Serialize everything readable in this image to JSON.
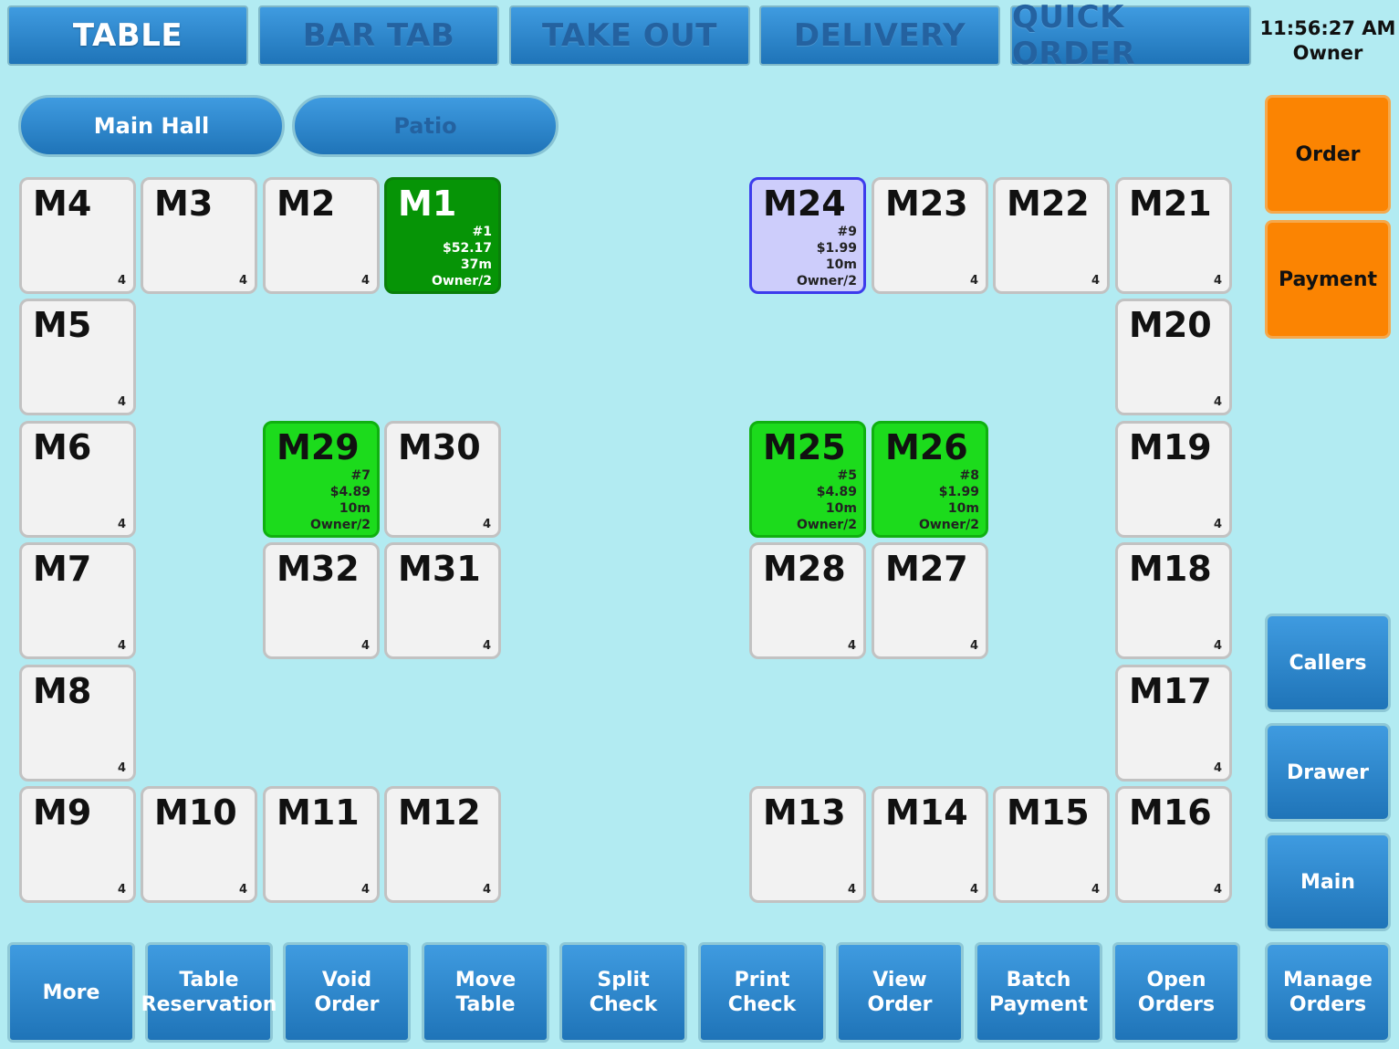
{
  "tabs": [
    {
      "label": "TABLE",
      "active": true
    },
    {
      "label": "BAR TAB",
      "active": false
    },
    {
      "label": "TAKE OUT",
      "active": false
    },
    {
      "label": "DELIVERY",
      "active": false
    },
    {
      "label": "QUICK ORDER",
      "active": false
    }
  ],
  "status": {
    "time": "11:56:27 AM",
    "user": "Owner"
  },
  "rooms": [
    {
      "label": "Main Hall",
      "active": true
    },
    {
      "label": "Patio",
      "active": false
    }
  ],
  "tables": [
    {
      "name": "M4",
      "seats": "4"
    },
    {
      "name": "M3",
      "seats": "4"
    },
    {
      "name": "M2",
      "seats": "4"
    },
    {
      "name": "M1",
      "seats": "",
      "order": "#1",
      "amount": "$52.17",
      "time": "37m",
      "server": "Owner/2",
      "color": "#069406"
    },
    {
      "name": "M24",
      "seats": "",
      "order": "#9",
      "amount": "$1.99",
      "time": "10m",
      "server": "Owner/2",
      "color": "#cdcdfb"
    },
    {
      "name": "M23",
      "seats": "4"
    },
    {
      "name": "M22",
      "seats": "4"
    },
    {
      "name": "M21",
      "seats": "4"
    },
    {
      "name": "M5",
      "seats": "4"
    },
    {
      "name": "M20",
      "seats": "4"
    },
    {
      "name": "M6",
      "seats": "4"
    },
    {
      "name": "M29",
      "seats": "",
      "order": "#7",
      "amount": "$4.89",
      "time": "10m",
      "server": "Owner/2",
      "color": "#1cdb1c"
    },
    {
      "name": "M30",
      "seats": "4"
    },
    {
      "name": "M25",
      "seats": "",
      "order": "#5",
      "amount": "$4.89",
      "time": "10m",
      "server": "Owner/2",
      "color": "#1cdb1c"
    },
    {
      "name": "M26",
      "seats": "",
      "order": "#8",
      "amount": "$1.99",
      "time": "10m",
      "server": "Owner/2",
      "color": "#1cdb1c"
    },
    {
      "name": "M19",
      "seats": "4"
    },
    {
      "name": "M7",
      "seats": "4"
    },
    {
      "name": "M32",
      "seats": "4"
    },
    {
      "name": "M31",
      "seats": "4"
    },
    {
      "name": "M28",
      "seats": "4"
    },
    {
      "name": "M27",
      "seats": "4"
    },
    {
      "name": "M18",
      "seats": "4"
    },
    {
      "name": "M8",
      "seats": "4"
    },
    {
      "name": "M17",
      "seats": "4"
    },
    {
      "name": "M9",
      "seats": "4"
    },
    {
      "name": "M10",
      "seats": "4"
    },
    {
      "name": "M11",
      "seats": "4"
    },
    {
      "name": "M12",
      "seats": "4"
    },
    {
      "name": "M13",
      "seats": "4"
    },
    {
      "name": "M14",
      "seats": "4"
    },
    {
      "name": "M15",
      "seats": "4"
    },
    {
      "name": "M16",
      "seats": "4"
    }
  ],
  "side": {
    "order": "Order",
    "payment": "Payment",
    "callers": "Callers",
    "drawer": "Drawer",
    "main": "Main",
    "manage_orders": "Manage\nOrders"
  },
  "bottom": [
    "More",
    "Table\nReservation",
    "Void\nOrder",
    "Move\nTable",
    "Split\nCheck",
    "Print\nCheck",
    "View\nOrder",
    "Batch\nPayment",
    "Open\nOrders"
  ],
  "colors": {
    "background": "#b2ebf2",
    "button_blue": "#2a86cf",
    "orange": "#fb8402",
    "occupied_green": "#1cdb1c",
    "occupied_dark_green": "#069406",
    "selected_lavender": "#cdcdfb"
  }
}
